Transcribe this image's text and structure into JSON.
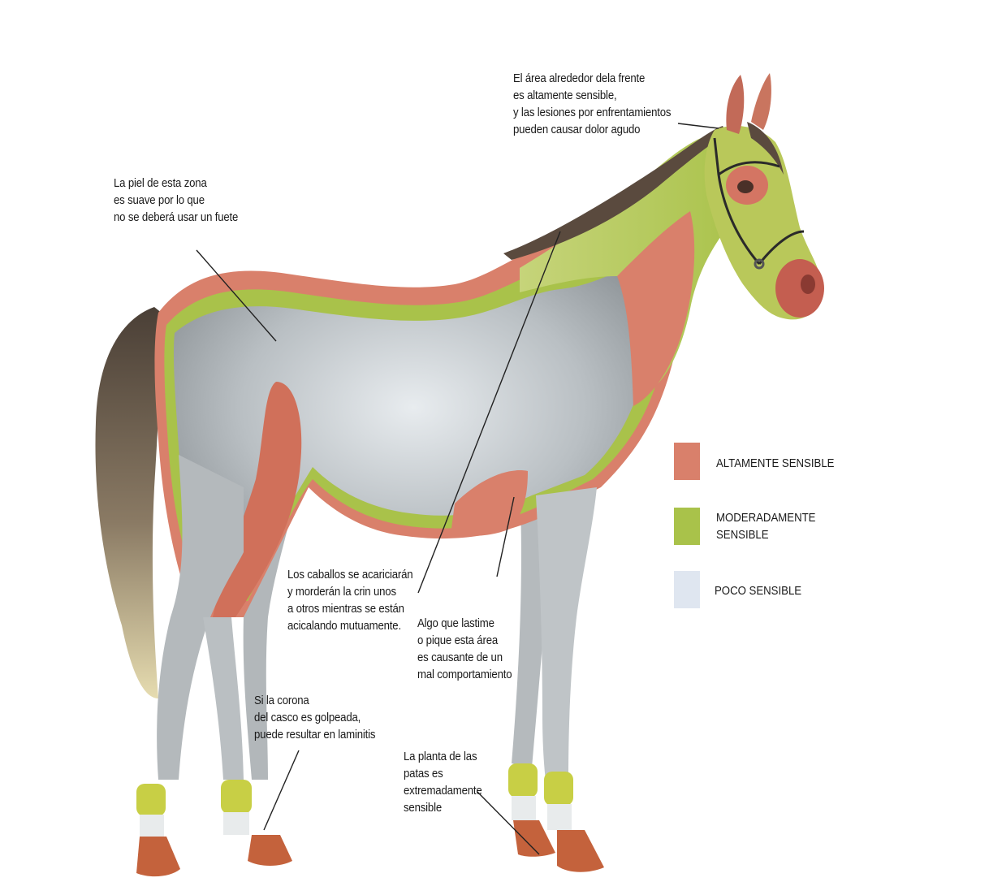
{
  "colors": {
    "high": "#d9806b",
    "moderate": "#a9c24a",
    "low": "#dfe6f0",
    "coat": "#a8adb0",
    "tail": "#5a4a3e",
    "hoof": "#c4623c"
  },
  "annotations": {
    "forehead": "El área alrededor dela frente\nes altamente sensible,\ny las lesiones por enfrentamientos\npueden causar dolor agudo",
    "back": "La piel de esta zona\nes suave por lo que\nno se deberá usar un fuete",
    "mane": "Los caballos se acariciarán\ny morderán la crin unos\na otros mientras se están\nacicalando mutuamente.",
    "belly": "Algo que lastime\no pique esta área\nes causante de un\nmal comportamiento",
    "coronet": "Si la  corona\ndel casco es golpeada,\npuede resultar en laminitis",
    "sole": "La planta de las\npatas es\nextremadamente\nsensible"
  },
  "legend": [
    {
      "label": "ALTAMENTE SENSIBLE",
      "color": "#d9806b"
    },
    {
      "label": "MODERADAMENTE\nSENSIBLE",
      "color": "#a9c24a"
    },
    {
      "label": "POCO SENSIBLE",
      "color": "#dfe6f0"
    }
  ]
}
